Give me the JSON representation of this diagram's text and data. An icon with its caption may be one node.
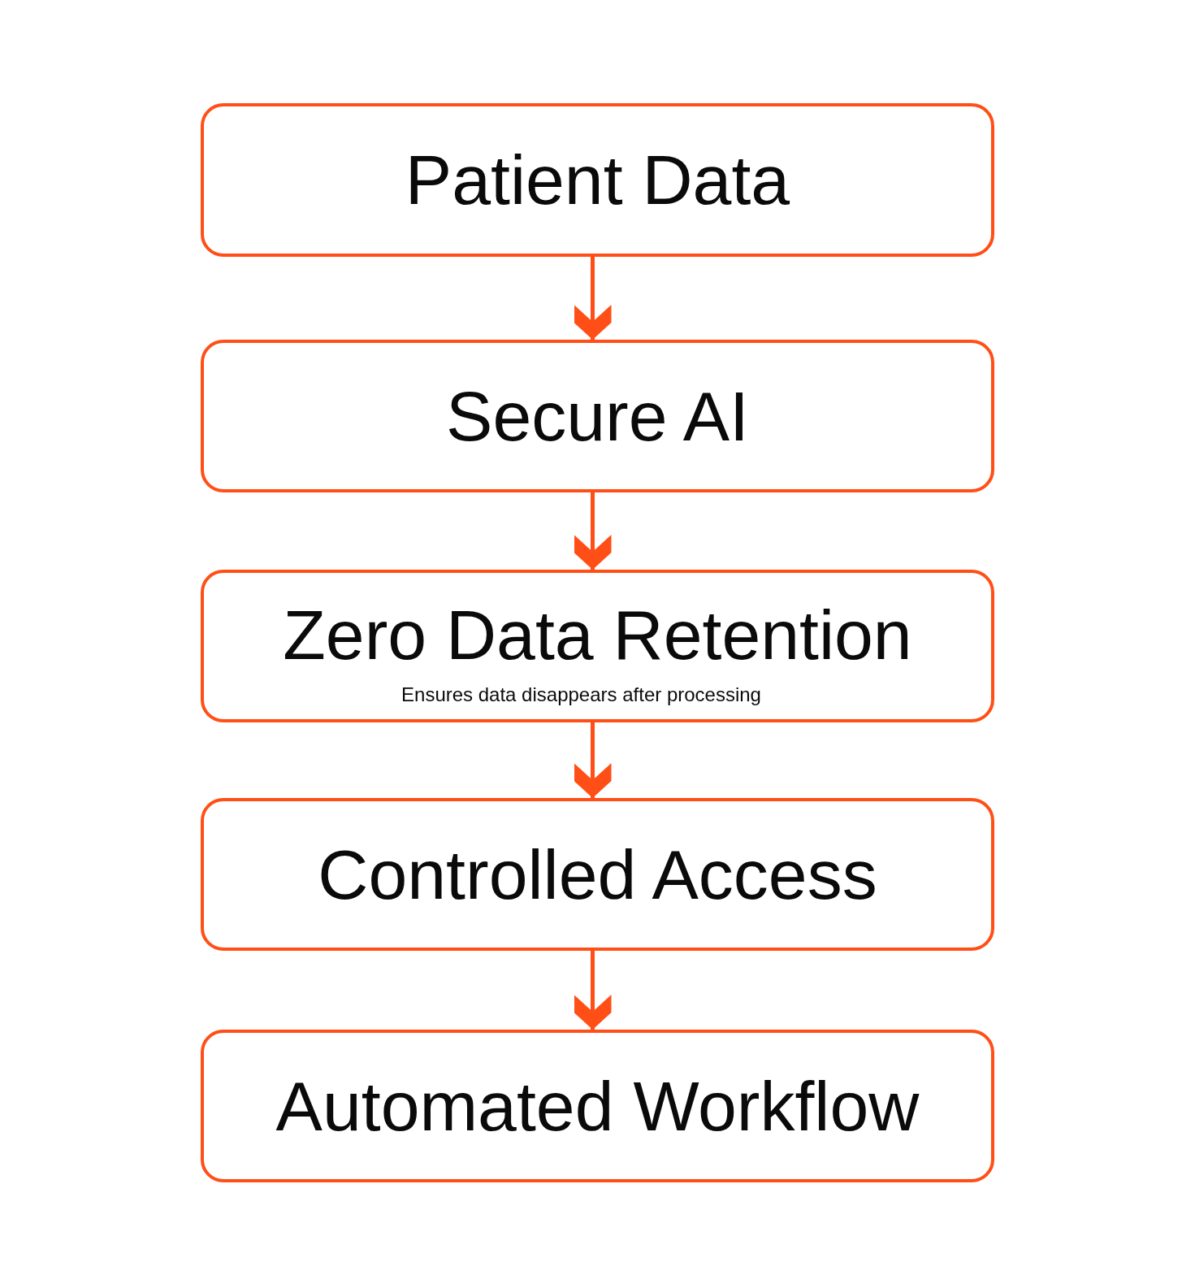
{
  "diagram": {
    "nodes": [
      {
        "text": [
          "Patient Data"
        ]
      },
      {
        "text": [
          "Secure AI"
        ]
      },
      {
        "text": [
          "Zero Data Retention",
          "Ensures data disappears after processing"
        ]
      },
      {
        "text": [
          "Controlled Access"
        ]
      },
      {
        "text": [
          "Automated Workflow"
        ]
      }
    ],
    "edges": [
      {
        "from": 0,
        "to": 1,
        "arrow": "to"
      },
      {
        "from": 1,
        "to": 2,
        "arrow": "to"
      },
      {
        "from": 2,
        "to": 3,
        "arrow": "to"
      },
      {
        "from": 3,
        "to": 4,
        "arrow": "to"
      }
    ]
  }
}
